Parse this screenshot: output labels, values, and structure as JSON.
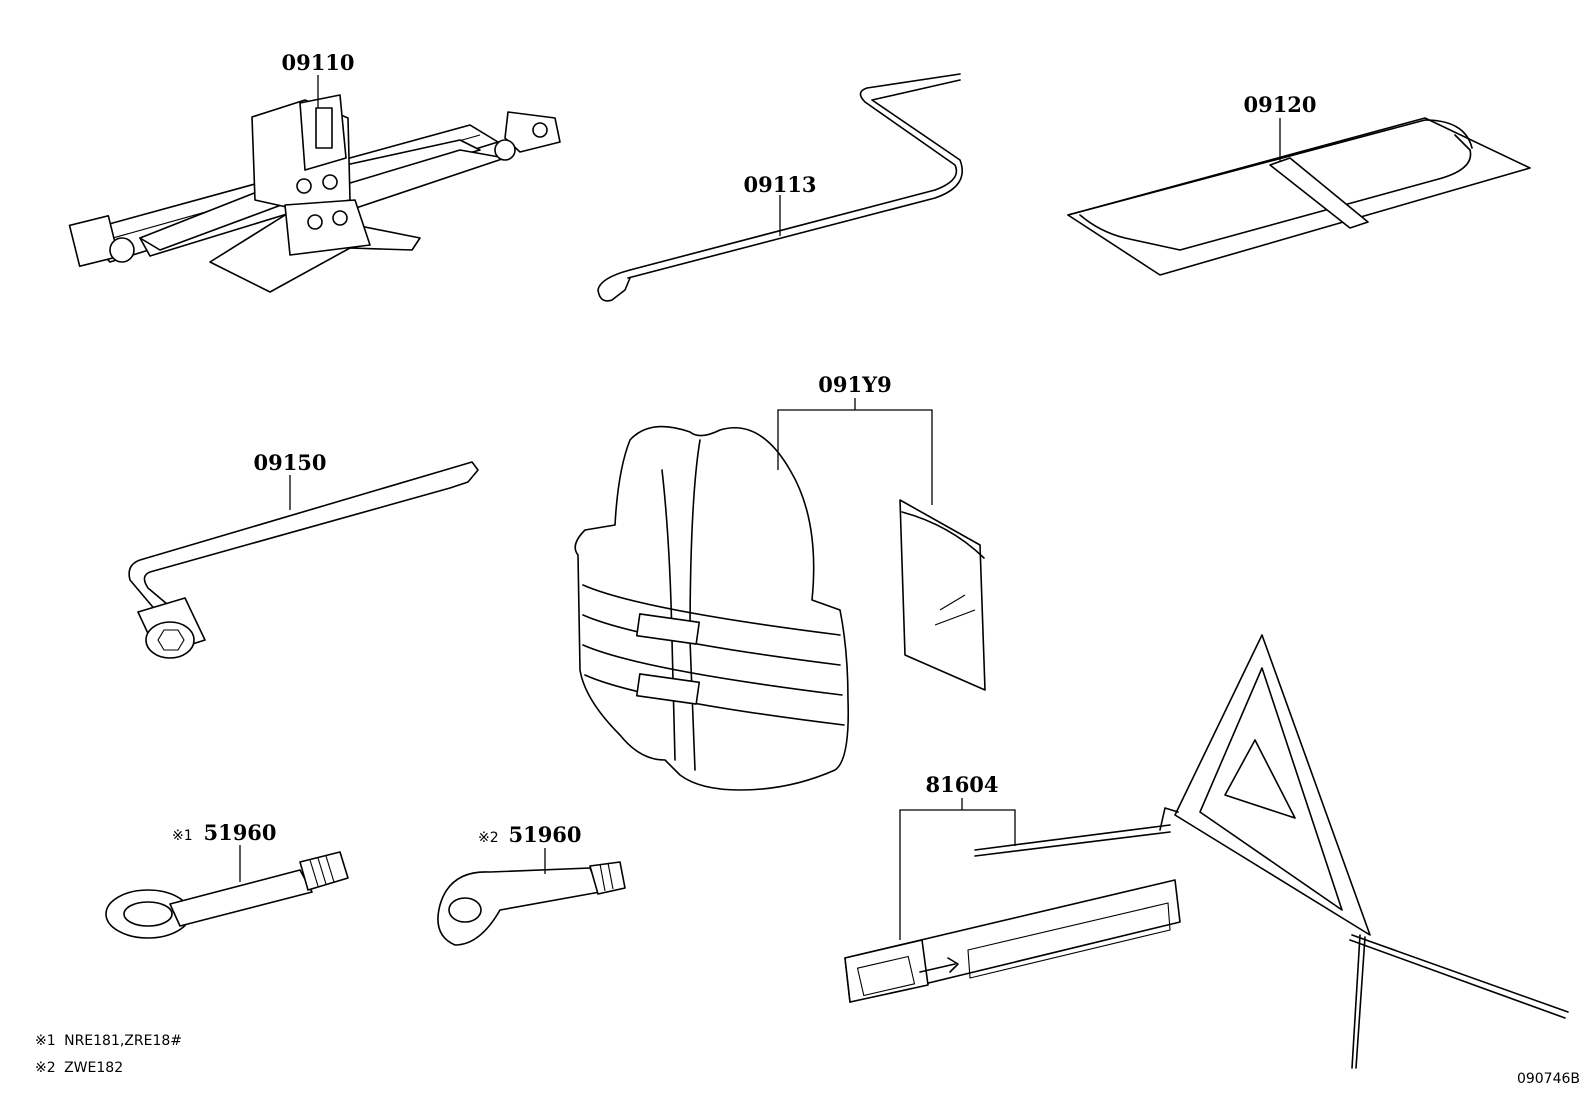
{
  "callouts": {
    "jack": "09110",
    "handle": "09113",
    "tool_bag": "09120",
    "wrench": "09150",
    "vest_kit": "091Y9",
    "tow_hook_1": "51960",
    "tow_hook_2": "51960",
    "triangle": "81604"
  },
  "markers": {
    "tow_hook_1": "※1",
    "tow_hook_2": "※2"
  },
  "notes": [
    {
      "marker": "※1",
      "text": "NRE181,ZRE18#"
    },
    {
      "marker": "※2",
      "text": "ZWE182"
    }
  ],
  "reference": "090746B"
}
